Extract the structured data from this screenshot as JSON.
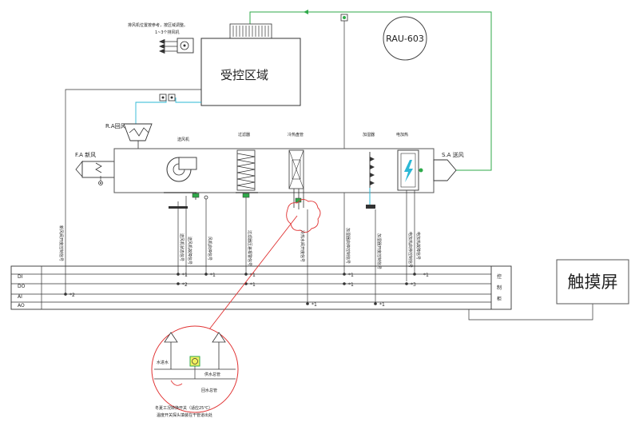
{
  "rau_id": "RAU-603",
  "controlled_area": "受控区域",
  "touch_screen": "触摸屏",
  "exhaust_note": "排风机位置按参考，按区域调整。",
  "exhaust_count": "1~3个排风机",
  "return_air": "R.A回风",
  "fresh_air": "F.A 新风",
  "supply_air": "S.A 送风",
  "sections": {
    "fan": "送风机",
    "filter": "过滤器",
    "coil": "冷热盘管",
    "humidifier": "加湿器",
    "heater": "电加热"
  },
  "io_rows": [
    "DI",
    "DO",
    "AI",
    "AO"
  ],
  "panel_label": [
    "控",
    "制",
    "柜"
  ],
  "signals": {
    "fresh_air": "新风阀开度控制信号",
    "fan_status": "送风机状态信号",
    "fan_fault": "送风机故障信号",
    "fan_start": "风机启停信号",
    "filter": "过滤器压差报警信号",
    "valve": "冷热水阀开度信号",
    "humid_switch": "加湿器启停控制信号",
    "humid_ctrl": "加湿器开度控制信号",
    "heater_ctrl": "电加热启停控制信号",
    "heater_fault": "电加热故障信号"
  },
  "point_labels": {
    "di1": "*1",
    "di2": "*1",
    "di3": "*1",
    "di4": "*1",
    "di5": "*1",
    "do1": "*2",
    "do2": "*1",
    "do3": "*1",
    "do4": "*3",
    "ai1": "*2",
    "ao1": "*1",
    "ao2": "*1"
  },
  "detail": {
    "left_tag": "水进水",
    "right_tag1": "供水总管",
    "right_tag2": "回水总管",
    "note_line1": "冬夏工况转换开关（适应25℃）",
    "note_line2": "温度开关探头填装在干管道出处"
  },
  "colors": {
    "line": "#3a3a3a",
    "signal_green": "#2faa4a",
    "sensor_cyan": "#2bb8d6",
    "cloud_red": "#e03030",
    "unit_border": "#555555"
  }
}
